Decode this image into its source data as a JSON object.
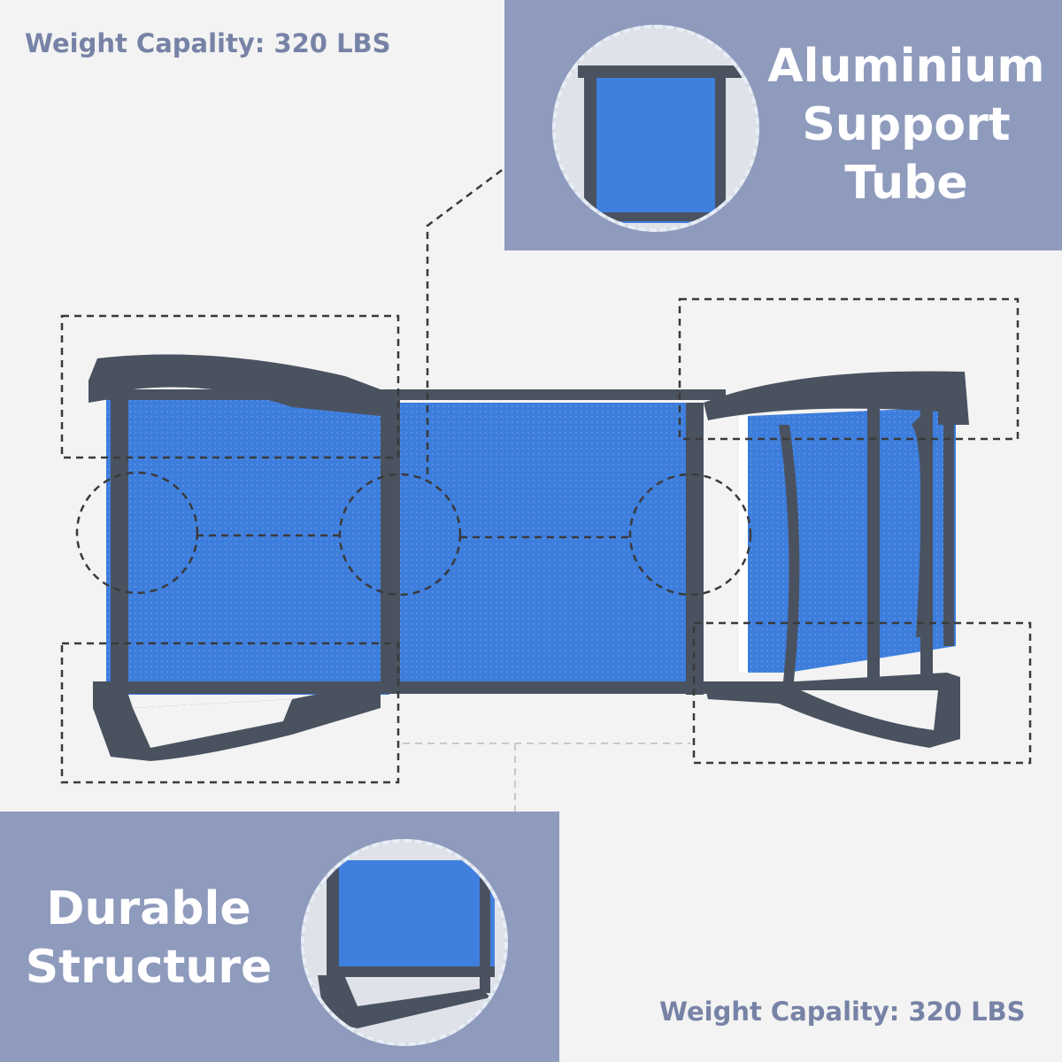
{
  "weight_capacity_top": "Weight Capality: 320 LBS",
  "weight_capacity_bottom": "Weight Capality: 320 LBS",
  "feature_top": {
    "line1": "Aluminium",
    "line2": "Support",
    "line3": "Tube"
  },
  "feature_bottom": {
    "line1": "Durable",
    "line2": "Structure"
  },
  "colors": {
    "panel": "#8f9bbd",
    "label_text": "#7783a6",
    "fabric_blue": "#3f7fdd",
    "frame_gray": "#4a5260",
    "dashed_line": "#3a3a3a"
  }
}
